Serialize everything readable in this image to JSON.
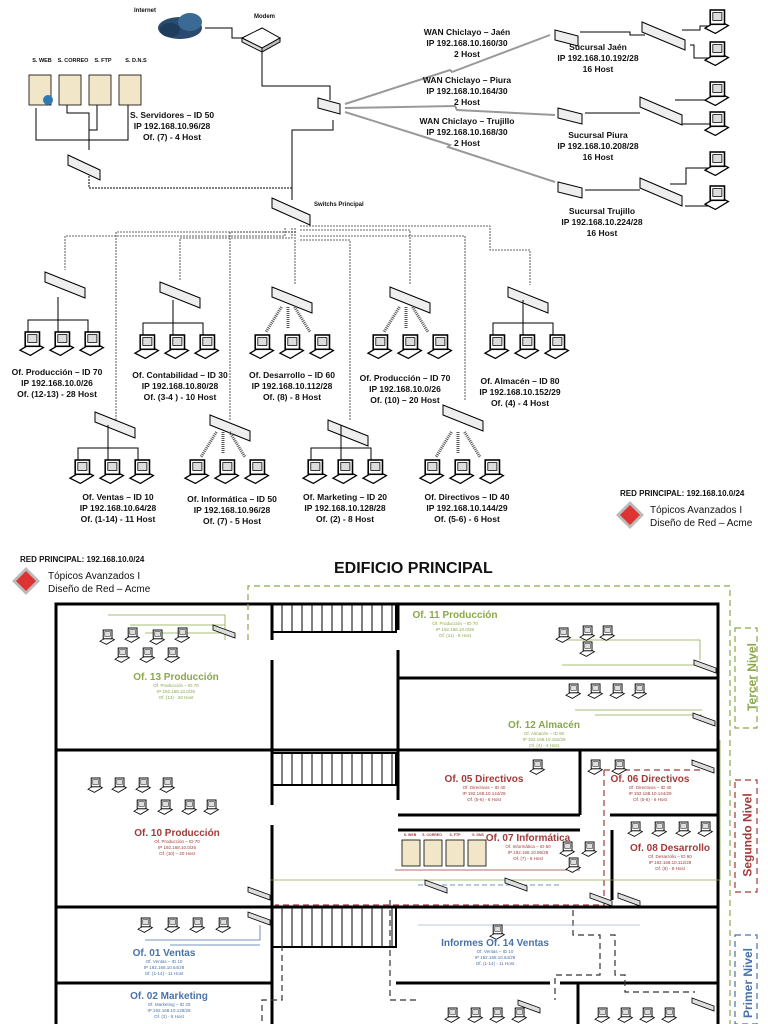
{
  "top_diagram": {
    "internet_label": "Internet",
    "modem_label": "Modem",
    "switch_principal_label": "Switchs Principal",
    "servers": {
      "labels": [
        "S. WEB",
        "S. CORREO",
        "S. FTP",
        "S. D.N.S"
      ],
      "info": [
        "S. Servidores – ID 50",
        "IP 192.168.10.96/28",
        "Of. (7) - 4 Host"
      ]
    },
    "wan_links": [
      {
        "lines": [
          "WAN Chiclayo – Jaén",
          "IP 192.168.10.160/30",
          "2 Host"
        ]
      },
      {
        "lines": [
          "WAN Chiclayo – Piura",
          "IP 192.168.10.164/30",
          "2 Host"
        ]
      },
      {
        "lines": [
          "WAN Chiclayo – Trujillo",
          "IP 192.168.10.168/30",
          "2 Host"
        ]
      }
    ],
    "branches": [
      {
        "lines": [
          "Sucursal Jaén",
          "IP 192.168.10.192/28",
          "16 Host"
        ]
      },
      {
        "lines": [
          "Sucursal Piura",
          "IP 192.168.10.208/28",
          "16 Host"
        ]
      },
      {
        "lines": [
          "Sucursal Trujillo",
          "IP 192.168.10.224/28",
          "16 Host"
        ]
      }
    ],
    "offices": [
      {
        "lines": [
          "Of. Producción – ID 70",
          "IP 192.168.10.0/26",
          "Of. (12-13) - 28 Host"
        ],
        "wireless": false
      },
      {
        "lines": [
          "Of. Contabilidad – ID 30",
          "IP 192.168.10.80/28",
          "Of. (3-4 ) - 10 Host"
        ],
        "wireless": false
      },
      {
        "lines": [
          "Of. Desarrollo – ID 60",
          "IP 192.168.10.112/28",
          "Of. (8) - 8 Host"
        ],
        "wireless": true
      },
      {
        "lines": [
          "Of. Producción – ID 70",
          "IP 192.168.10.0/26",
          "Of. (10) – 20 Host"
        ],
        "wireless": true
      },
      {
        "lines": [
          "Of. Almacén – ID 80",
          "IP 192.168.10.152/29",
          "Of. (4) - 4 Host"
        ],
        "wireless": false
      },
      {
        "lines": [
          "Of. Ventas – ID 10",
          "IP 192.168.10.64/28",
          "Of. (1-14) - 11 Host"
        ],
        "wireless": false
      },
      {
        "lines": [
          "Of. Informática – ID 50",
          "IP 192.168.10.96/28",
          "Of. (7) - 5 Host"
        ],
        "wireless": true
      },
      {
        "lines": [
          "Of. Marketing – ID 20",
          "IP 192.168.10.128/28",
          "Of. (2) - 8 Host"
        ],
        "wireless": false
      },
      {
        "lines": [
          "Of. Directivos – ID 40",
          "IP 192.168.10.144/29",
          "Of. (5-6) - 6 Host"
        ],
        "wireless": true
      }
    ],
    "red_principal": "RED PRINCIPAL: 192.168.10.0/24",
    "brand_line1": "Tópicos Avanzados I",
    "brand_line2": "Diseño de Red – Acme"
  },
  "floor_plan": {
    "title": "EDIFICIO PRINCIPAL",
    "red_principal": "RED PRINCIPAL: 192.168.10.0/24",
    "brand_line1": "Tópicos Avanzados I",
    "brand_line2": "Diseño de Red – Acme",
    "levels": [
      "Tercer Nivel",
      "Segundo Nivel",
      "Primer Nivel"
    ],
    "colors": {
      "tercer": "#8aa84a",
      "segundo": "#a33a3a",
      "primer": "#4a72a8",
      "walls": "#000000"
    },
    "offices": [
      {
        "title": "Of. 13 Producción",
        "lines": [
          "Of. Producción – ID 70",
          "IP 192.168.10.0/26",
          "Of. (13) - 20 Host"
        ],
        "level": "tercer"
      },
      {
        "title": "Of. 11 Producción",
        "lines": [
          "Of. Producción – ID 70",
          "IP 192.168.10.0/26",
          "Of. (11) - 8 Host"
        ],
        "level": "tercer"
      },
      {
        "title": "Of. 12 Almacén",
        "lines": [
          "Of. Almacén – ID 80",
          "IP 192.168.10.152/29",
          "Of. (4) - 4 Host"
        ],
        "level": "tercer"
      },
      {
        "title": "Of. 10 Producción",
        "lines": [
          "Of. Producción – ID 70",
          "IP 192.168.10.0/26",
          "Of. (10) – 20 Host"
        ],
        "level": "segundo"
      },
      {
        "title": "Of. 05 Directivos",
        "lines": [
          "Of. Directivos – ID 40",
          "IP 192.168.10.144/29",
          "Of. (5-6) - 6 Host"
        ],
        "level": "segundo"
      },
      {
        "title": "Of. 06 Directivos",
        "lines": [
          "Of. Directivos – ID 40",
          "IP 192.168.10.144/29",
          "Of. (5-6) - 6 Host"
        ],
        "level": "segundo"
      },
      {
        "title": "Of. 07 Informática",
        "lines": [
          "Of. Informática – ID 50",
          "IP 192.168.10.96/28",
          "Of. (7) - 5 Host"
        ],
        "level": "segundo"
      },
      {
        "title": "Of. 08 Desarrollo",
        "lines": [
          "Of. Desarrollo – ID 60",
          "IP 192.168.10.112/28",
          "Of. (8) - 8 Host"
        ],
        "level": "segundo"
      },
      {
        "title": "Of. 01 Ventas",
        "lines": [
          "Of. Ventas – ID 10",
          "IP 192.168.10.64/28",
          "Of. (1-14) - 11 Host"
        ],
        "level": "primer"
      },
      {
        "title": "Informes Of. 14 Ventas",
        "lines": [
          "Of. Ventas – ID 10",
          "IP 192.168.10.64/28",
          "Of. (1-14) - 11 Host"
        ],
        "level": "primer"
      },
      {
        "title": "Of. 02 Marketing",
        "lines": [
          "Of. Marketing – ID 20",
          "IP 192.168.10.128/28",
          "Of. (2) - 8 Host"
        ],
        "level": "primer"
      }
    ],
    "server_labels": [
      "S. WEB",
      "S. CORREO",
      "S. FTP",
      "S. DNS"
    ]
  }
}
